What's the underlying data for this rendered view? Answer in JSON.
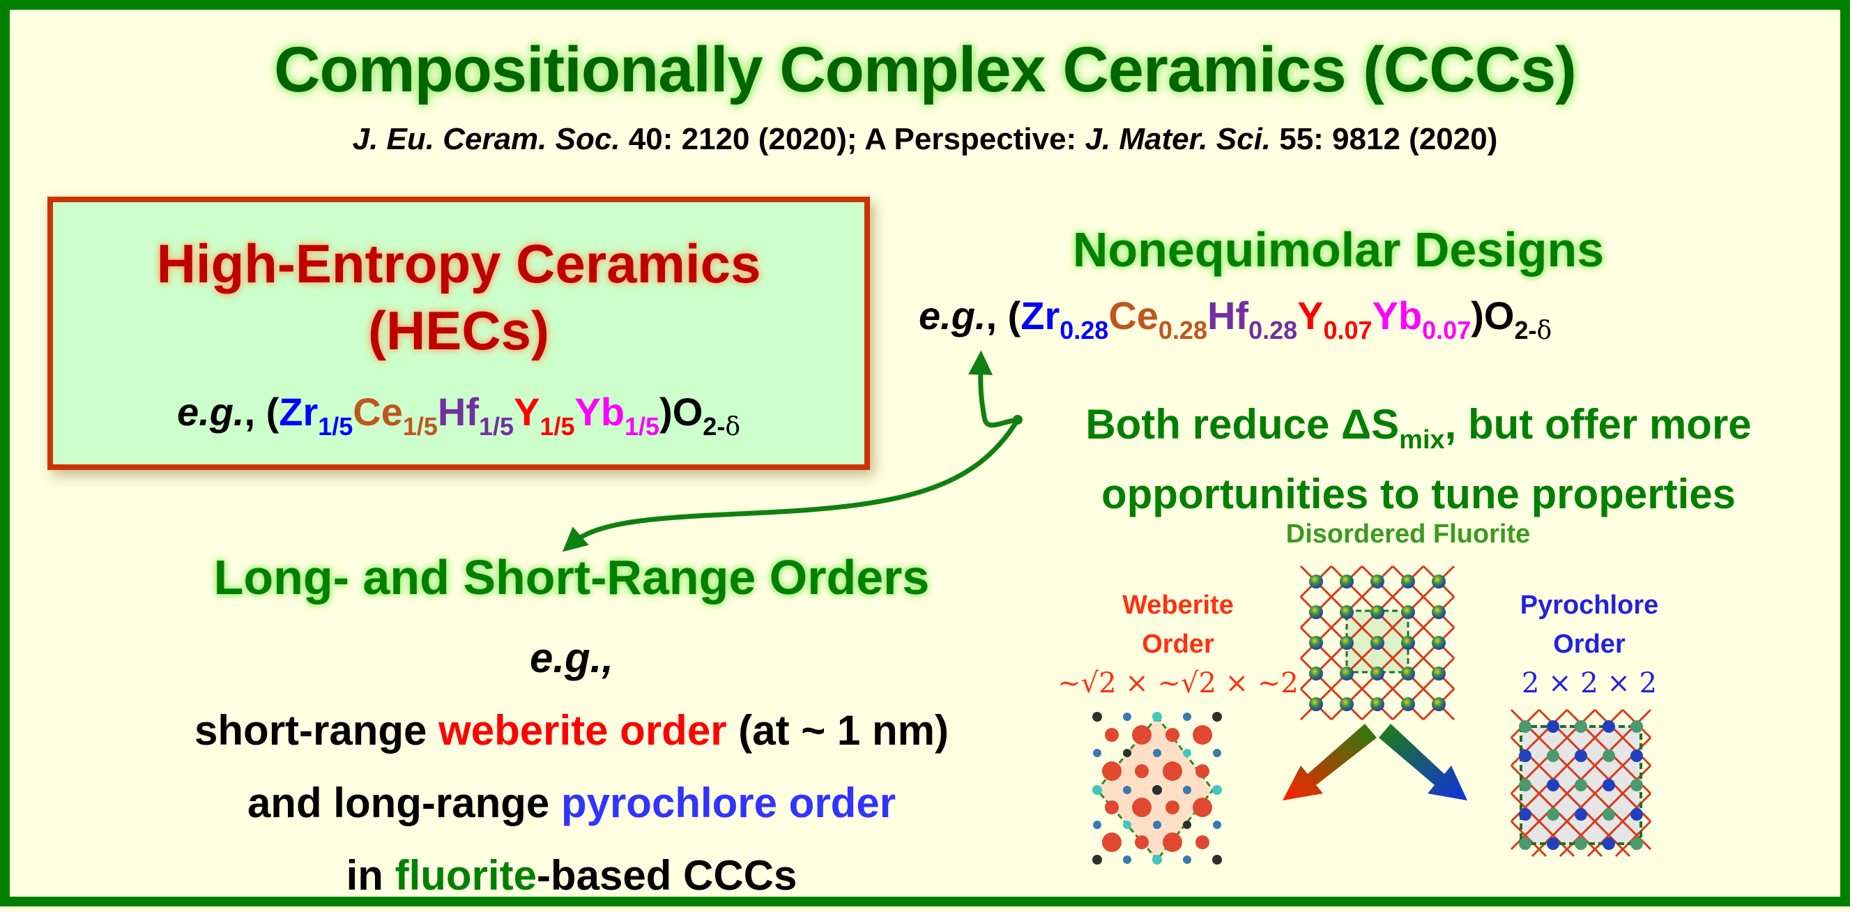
{
  "title": "Compositionally Complex Ceramics (CCCs)",
  "subtitle": {
    "ref1_journal": "J. Eu. Ceram. Soc.",
    "ref1_detail": " 40: 2120 (2020); A Perspective: ",
    "ref2_journal": "J. Mater. Sci.",
    "ref2_detail": " 55: 9812 (2020)"
  },
  "hec_box": {
    "title_line1": "High-Entropy Ceramics",
    "title_line2": "(HECs)",
    "formula": {
      "eg": "e.g.",
      "comma_paren": ", (",
      "elements": [
        {
          "symbol": "Zr",
          "sub": "1/5",
          "color": "#0000ff"
        },
        {
          "symbol": "Ce",
          "sub": "1/5",
          "color": "#c0561e"
        },
        {
          "symbol": "Hf",
          "sub": "1/5",
          "color": "#7030a0"
        },
        {
          "symbol": "Y",
          "sub": "1/5",
          "color": "#ff0000"
        },
        {
          "symbol": "Yb",
          "sub": "1/5",
          "color": "#ff00ff"
        }
      ],
      "close": ")O",
      "o_sub": "2-",
      "delta": "δ"
    }
  },
  "nonequimolar": {
    "title": "Nonequimolar Designs",
    "formula": {
      "eg": "e.g.",
      "comma_paren": ", (",
      "elements": [
        {
          "symbol": "Zr",
          "sub": "0.28",
          "color": "#0000ff"
        },
        {
          "symbol": "Ce",
          "sub": "0.28",
          "color": "#c0561e"
        },
        {
          "symbol": "Hf",
          "sub": "0.28",
          "color": "#7030a0"
        },
        {
          "symbol": "Y",
          "sub": "0.07",
          "color": "#ff0000"
        },
        {
          "symbol": "Yb",
          "sub": "0.07",
          "color": "#ff00ff"
        }
      ],
      "close": ")O",
      "o_sub": "2-",
      "delta": "δ"
    }
  },
  "both_note": {
    "line1_pre": "Both reduce ΔS",
    "line1_sub": "mix",
    "line1_post": ", but offer more",
    "line2": "opportunities to tune properties"
  },
  "long_short": {
    "title": "Long- and Short-Range Orders",
    "eg": "e.g.,",
    "line1_pre": "short-range ",
    "line1_highlight": "weberite order",
    "line1_post": " (at ~ 1 nm)",
    "line2_pre": "and long-range ",
    "line2_highlight": "pyrochlore order",
    "line3_pre": "in ",
    "line3_highlight": "fluorite",
    "line3_post": "-based CCCs"
  },
  "structures": {
    "disordered_label": "Disordered Fluorite",
    "weberite_label_line1": "Weberite",
    "weberite_label_line2": "Order",
    "weberite_dims": "~√2 × ~√2 × ~2",
    "pyrochlore_label_line1": "Pyrochlore",
    "pyrochlore_label_line2": "Order",
    "pyrochlore_dims": "2 × 2 × 2"
  },
  "colors": {
    "frame_border": "#008000",
    "background": "#ffffe2",
    "hec_box_border": "#cc3300",
    "hec_box_fill": "#ccffcc",
    "hec_title": "#c00000",
    "green_heading": "#008000",
    "weberite": "#ff0000",
    "pyrochlore": "#3333ff"
  }
}
